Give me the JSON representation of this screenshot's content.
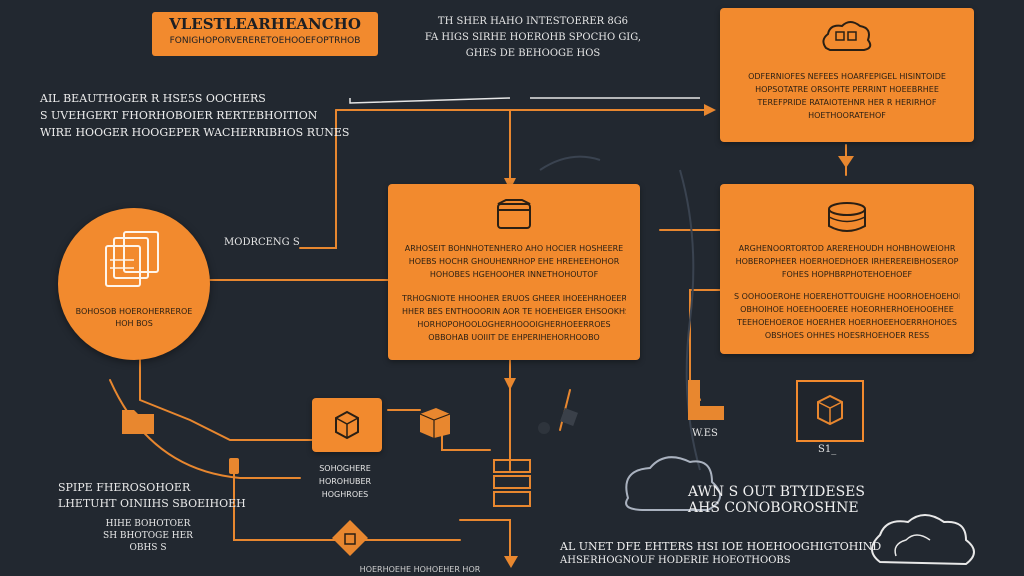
{
  "title": {
    "line1": "VLESTLEARHEANCHO",
    "line2": "FONIGHOPORVERERETOEHOOEFOPTRHOB"
  },
  "top_note": [
    "TH SHER HAHO INTESTOERER 8G6",
    "FA HIGS SIRHE HOEROHB SPOCHO GIG,",
    "GHES DE BEHOOGE HOS"
  ],
  "left_note": [
    "AIL BEAUTHOGER R HSE5S OOCHERS",
    "S UVEHGERT FHORHOBOIER RERTEBHOITION",
    "WIRE HOOGER HOOGEPER WACHERRIBHOS RUNES"
  ],
  "top_right_card": {
    "lines": [
      "ODFERNIOFES NEFEES HOARFEPIGEL HISINTOIDE",
      "HOPSOTATRE ORSOHTE PERRINT HOEEBRHEE",
      "TEREFPRIDE RATAIOTEHNR HER R HERIRHOF",
      "HOETHOORATEHOF"
    ]
  },
  "center_card": {
    "para1": [
      "ARHOSEIT BOHNHOTENHERO AHO HOCIER HOSHEERE",
      "HOEBS HOCHR GHOUHENRHOP EHE HREHEEHOHOR",
      "HOHOBES HGEHOOHER INNETHOHOUTOF"
    ],
    "para2": [
      "TRHOGNIOTE HHOOHER ERUOS GHEER IHOEEHRHOEER",
      "HHER BES ENTHOOORIN AOR TE HOEHEIGER EHSOOKHS",
      "HORHOPOHOOLOGHERHOOOIGHERHOEERROES",
      "OBBOHAB UOIIIT DE EHPERIHEHORHOOBO"
    ]
  },
  "right_card": {
    "para1": [
      "ARGHENOORTORTOD AREREHOUDH HOHBHOWEIOHR",
      "HOBEROPHEER HOERHOEDHOER IRHEREREIBHOSEROP",
      "FOHES HOPHBRPHOTEHOEHOEF"
    ],
    "para2": [
      "S OOHOOEROHE HOEREHOTTOUIGHE HOORHOEHOEHOE",
      "OBHOIHOE HOEEHOOEREE HOEORHERHOEHOOEHEE",
      "TEEHOEHOEROE HOERHER HOERHOEEHOERRHOHOES",
      "OBSHOES OHHES HOESRHOEHOER RESS"
    ]
  },
  "circle": {
    "label": [
      "BOHOSOB HOEROHERREROE",
      "HOH BOS"
    ]
  },
  "mid_left_label": "MODRCENG S",
  "web_label": "W.ES",
  "s3_label": "S1_",
  "center_caption": [
    "SOHOGHERE",
    "HOROHUBER",
    "HOGHROES"
  ],
  "bottom_left": {
    "lines": [
      "SPIPE FHEROSOHOER",
      "LHETUHT OINIIHS SBOEIHOEH"
    ],
    "sub": [
      "HIHE BOHOTOER",
      "SH BHOTOGE HER",
      "OBHS S"
    ]
  },
  "aws_label": [
    "AWN S OUT BTYIDESES",
    "AHS CONOBOROSHNE"
  ],
  "bottom_note": [
    "AL UNET DFE EHTERS HSI IOE HOEHOOGHIGTOHIND",
    "AHSERHOGNOUF HODERIE HOEOTHOOBS"
  ],
  "bottom_strip": "HOERHOEHE  HOHOEHER  HOR",
  "colors": {
    "background": "#222830",
    "accent": "#f28a2e",
    "line": "#e8872f",
    "text": "#e8e8e8"
  }
}
